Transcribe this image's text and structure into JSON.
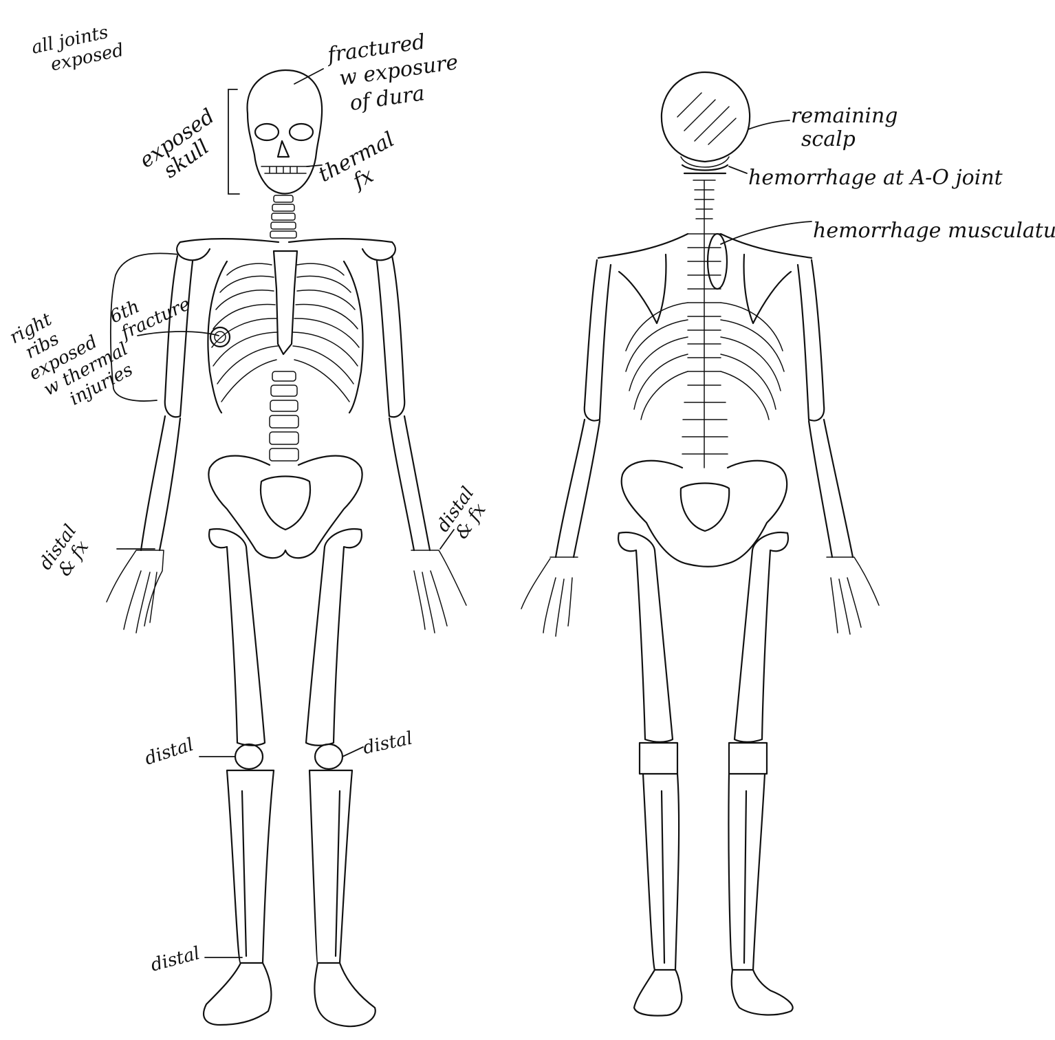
{
  "annotations": {
    "all_joints": [
      "all joints",
      "exposed"
    ],
    "skull_fracture": [
      "fractured",
      "w exposure",
      "of dura"
    ],
    "exposed_skull": [
      "exposed",
      "skull"
    ],
    "thermal_fx": [
      "thermal",
      "fx"
    ],
    "right_ribs": [
      "right",
      "ribs",
      "exposed",
      "w thermal",
      "injuries"
    ],
    "sixth_fracture": [
      "6th",
      "fracture"
    ],
    "distal_fx_left": [
      "distal",
      "& fx"
    ],
    "distal_fx_right": [
      "distal",
      "& fx"
    ],
    "knee_left": "distal",
    "knee_right": "distal",
    "ankle": "distal",
    "scalp": [
      "remaining",
      "scalp"
    ],
    "ao_joint": "hemorrhage at A-O joint",
    "musculature": "hemorrhage musculature"
  },
  "colors": {
    "ink": "#111111",
    "paper": "#ffffff"
  }
}
